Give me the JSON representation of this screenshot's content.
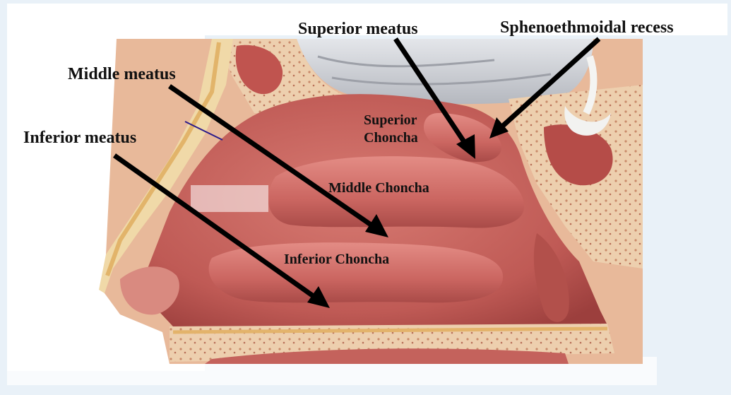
{
  "labels": {
    "superior_meatus": "Superior meatus",
    "sphenoethmoidal_recess": "Sphenoethmoidal recess",
    "middle_meatus": "Middle meatus",
    "inferior_meatus": "Inferior meatus",
    "superior_concha_line1": "Superior",
    "superior_concha_line2": "Choncha",
    "middle_concha": "Middle Choncha",
    "inferior_concha": "Inferior Choncha"
  },
  "colors": {
    "background": "#e9f1f8",
    "mucosa": "#c8655f",
    "concha": "#cf6e69",
    "bone": "#e9c9a4",
    "brain": "#c9ccd2",
    "arrow": "#000000"
  }
}
